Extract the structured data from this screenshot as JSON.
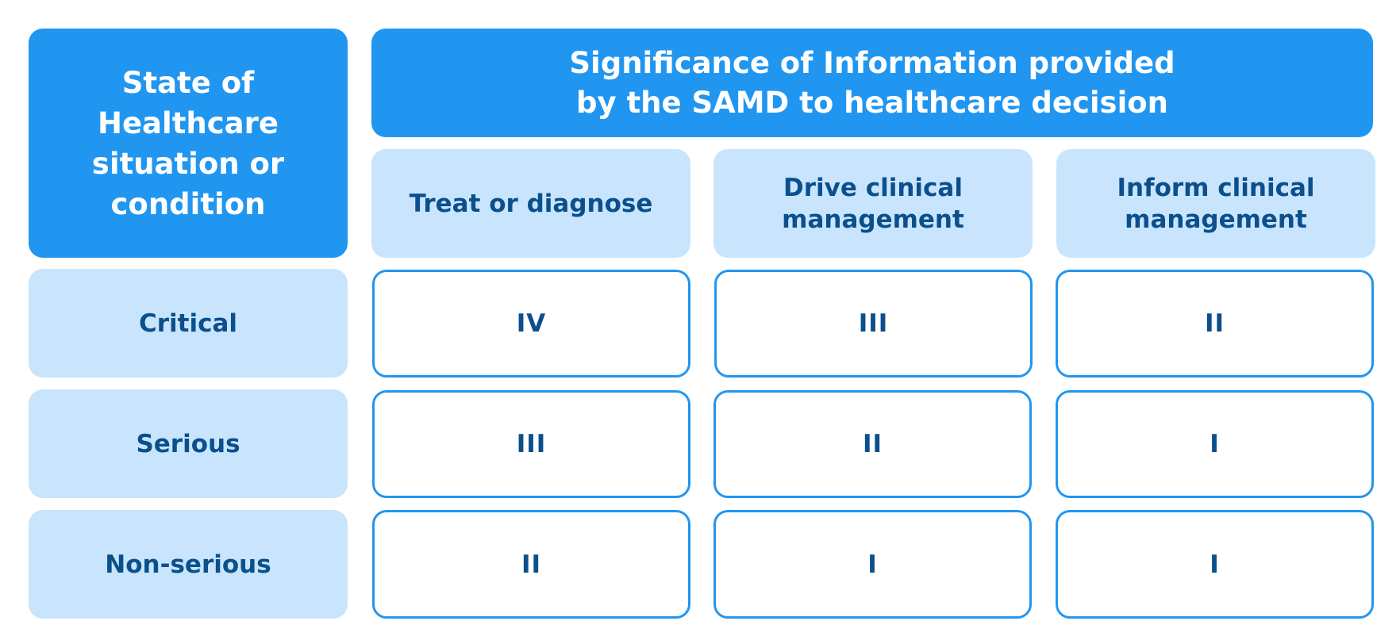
{
  "corner_header": [
    "State of",
    "Healthcare",
    "situation or",
    "condition"
  ],
  "top_header": [
    "Significance of Information provided",
    "by the SAMD to healthcare decision"
  ],
  "columns": [
    [
      "Treat or diagnose"
    ],
    [
      "Drive clinical",
      "management"
    ],
    [
      "Inform clinical",
      "management"
    ]
  ],
  "rows": [
    {
      "label": "Critical",
      "values": [
        "IV",
        "III",
        "II"
      ]
    },
    {
      "label": "Serious",
      "values": [
        "III",
        "II",
        "I"
      ]
    },
    {
      "label": "Non-serious",
      "values": [
        "II",
        "I",
        "I"
      ]
    }
  ],
  "colors": {
    "header_dark": "#2196f0",
    "header_light": "#c8e5fd",
    "text_dark": "#0b4f8c",
    "cell_border": "#2196f0"
  }
}
